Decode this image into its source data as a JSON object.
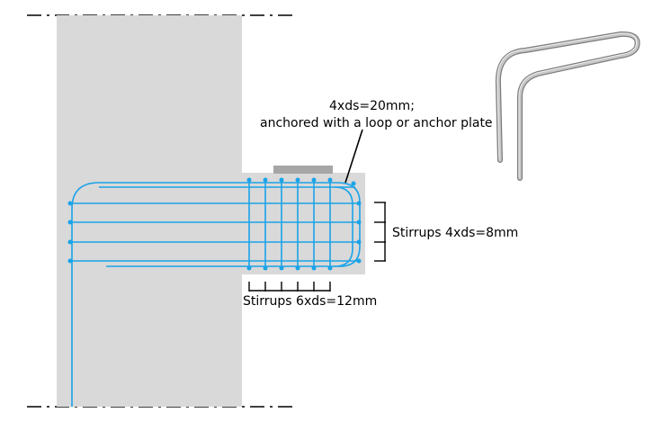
{
  "labels": {
    "top_bars_line1": "4xds=20mm;",
    "top_bars_line2": "anchored with a loop or anchor plate",
    "stirrups_vertical": "Stirrups 4xds=8mm",
    "stirrups_horizontal": "Stirrups 6xds=12mm"
  },
  "colors": {
    "rebar": "#1aa3e8",
    "concrete": "#d9d9d9",
    "anchor_plate": "#a6a6a6",
    "ink": "#000000",
    "loop_bar": "#9e9e9e"
  }
}
